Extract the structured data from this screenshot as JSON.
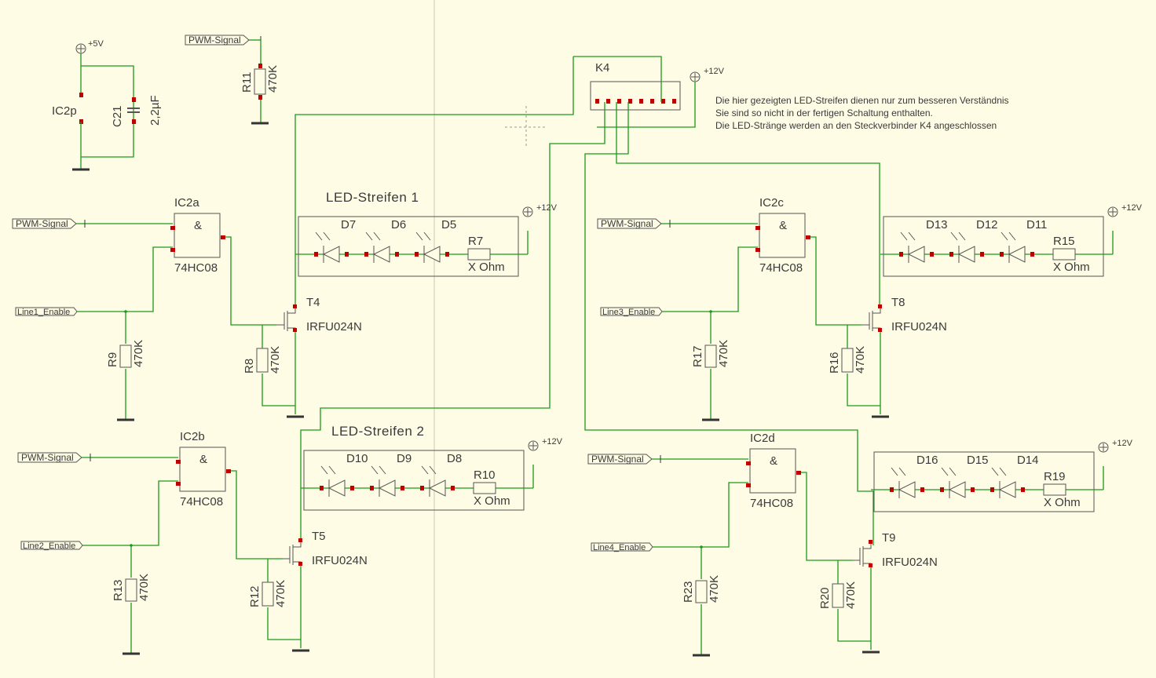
{
  "rails": {
    "p5": "+5V",
    "p12": "+12V"
  },
  "notes": [
    "Die hier gezeigten LED-Streifen dienen nur zum besseren Verständnis",
    "Sie sind so nicht in der fertigen Schaltung enthalten.",
    "Die LED-Stränge werden an den Steckverbinder K4 angeschlossen"
  ],
  "power": {
    "ic": "IC2p",
    "cap": "C21",
    "cap_val": "2,2µF",
    "r": "R11",
    "r_val": "470K",
    "pwm": "PWM-Signal"
  },
  "connector": {
    "name": "K4"
  },
  "channels": [
    {
      "gate": "IC2a",
      "gate_type": "74HC08",
      "gate_sym": "&",
      "pwm": "PWM-Signal",
      "enable": "Line1_Enable",
      "r_pd": "R9",
      "r_gate": "R8",
      "r_val": "470K",
      "fet": "T4",
      "fet_type": "IRFU024N",
      "title": "LED-Streifen 1",
      "leds": [
        "D7",
        "D6",
        "D5"
      ],
      "r_led": "R7",
      "r_led_val": "X Ohm"
    },
    {
      "gate": "IC2b",
      "gate_type": "74HC08",
      "gate_sym": "&",
      "pwm": "PWM-Signal",
      "enable": "Line2_Enable",
      "r_pd": "R13",
      "r_gate": "R12",
      "r_val": "470K",
      "fet": "T5",
      "fet_type": "IRFU024N",
      "title": "LED-Streifen 2",
      "leds": [
        "D10",
        "D9",
        "D8"
      ],
      "r_led": "R10",
      "r_led_val": "X Ohm"
    },
    {
      "gate": "IC2c",
      "gate_type": "74HC08",
      "gate_sym": "&",
      "pwm": "PWM-Signal",
      "enable": "Line3_Enable",
      "r_pd": "R17",
      "r_gate": "R16",
      "r_val": "470K",
      "fet": "T8",
      "fet_type": "IRFU024N",
      "title": "",
      "leds": [
        "D13",
        "D12",
        "D11"
      ],
      "r_led": "R15",
      "r_led_val": "X Ohm"
    },
    {
      "gate": "IC2d",
      "gate_type": "74HC08",
      "gate_sym": "&",
      "pwm": "PWM-Signal",
      "enable": "Line4_Enable",
      "r_pd": "R23",
      "r_gate": "R20",
      "r_val": "470K",
      "fet": "T9",
      "fet_type": "IRFU024N",
      "title": "",
      "leds": [
        "D16",
        "D15",
        "D14"
      ],
      "r_led": "R19",
      "r_led_val": "X Ohm"
    }
  ]
}
